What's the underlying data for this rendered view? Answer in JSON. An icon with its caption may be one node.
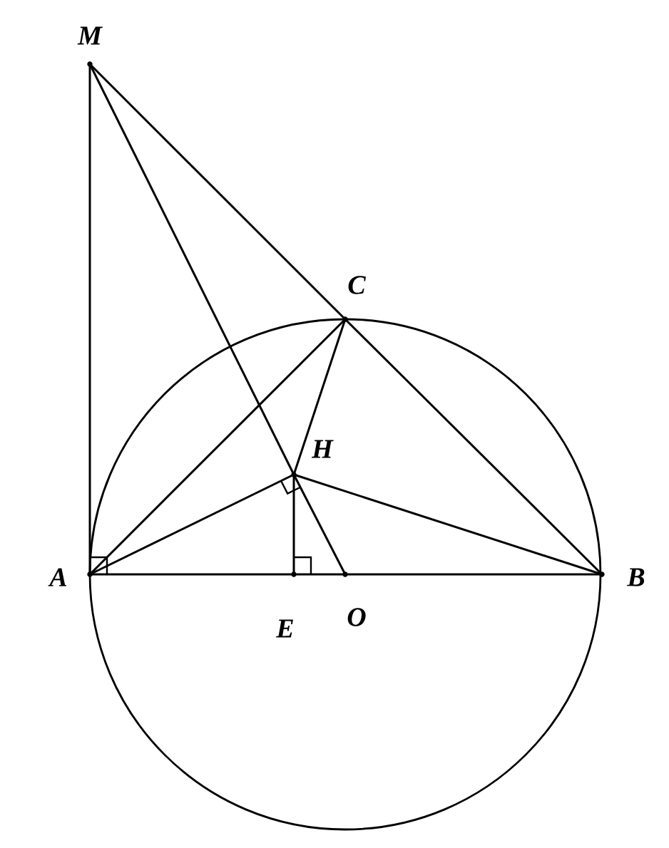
{
  "diagram": {
    "nodes": [
      {
        "text": [],
        "shape": "point",
        "beside": [
          "M"
        ]
      },
      {
        "text": [],
        "shape": "point",
        "beside": [
          "C"
        ]
      },
      {
        "text": [],
        "shape": "point",
        "beside": [
          "H"
        ]
      },
      {
        "text": [],
        "shape": "point",
        "beside": [
          "A"
        ]
      },
      {
        "text": [],
        "shape": "point",
        "beside": [
          "E"
        ]
      },
      {
        "text": [],
        "shape": "point",
        "beside": [
          "O"
        ]
      },
      {
        "text": [],
        "shape": "point",
        "beside": [
          "B"
        ]
      }
    ],
    "edges": [
      {
        "from": 0,
        "to": 3,
        "arrow": "none"
      },
      {
        "from": 0,
        "to": 1,
        "arrow": "none"
      },
      {
        "from": 0,
        "to": 2,
        "arrow": "none"
      },
      {
        "from": 2,
        "to": 5,
        "arrow": "none"
      },
      {
        "from": 1,
        "to": 6,
        "arrow": "none"
      },
      {
        "from": 3,
        "to": 1,
        "arrow": "none"
      },
      {
        "from": 1,
        "to": 2,
        "arrow": "none"
      },
      {
        "from": 3,
        "to": 2,
        "arrow": "none"
      },
      {
        "from": 2,
        "to": 6,
        "arrow": "none"
      },
      {
        "from": 2,
        "to": 4,
        "arrow": "none"
      },
      {
        "from": 3,
        "to": 4,
        "arrow": "none"
      },
      {
        "from": 4,
        "to": 5,
        "arrow": "none"
      },
      {
        "from": 5,
        "to": 6,
        "arrow": "none"
      }
    ]
  }
}
